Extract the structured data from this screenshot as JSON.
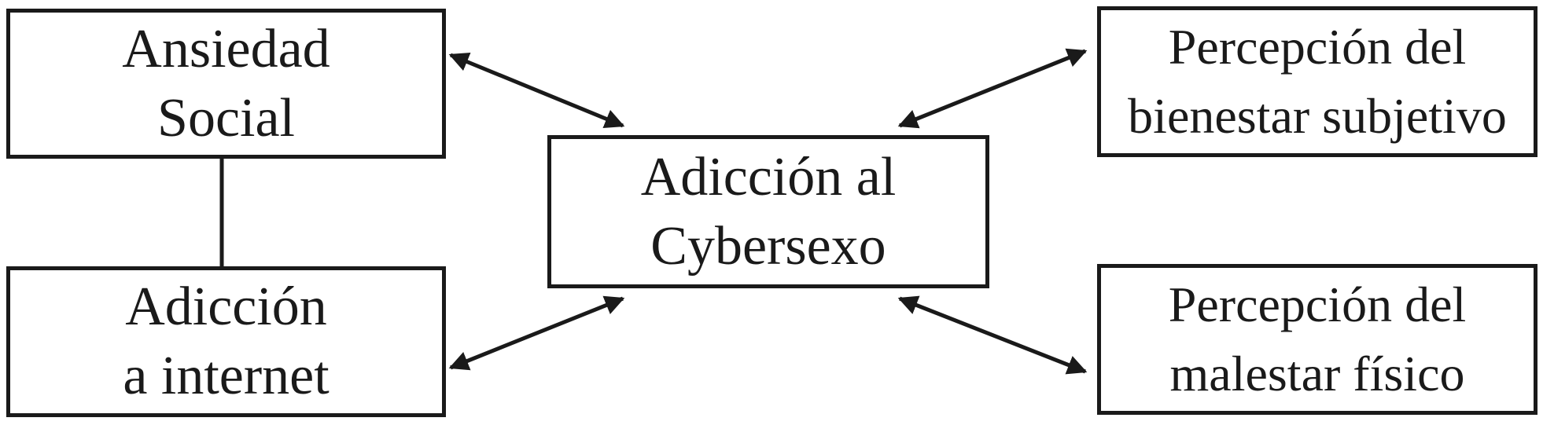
{
  "diagram": {
    "nodes": {
      "ansiedad_social": {
        "lines": [
          "Ansiedad",
          "Social"
        ]
      },
      "adiccion_internet": {
        "lines": [
          "Adicción",
          "a internet"
        ]
      },
      "adiccion_cybersexo": {
        "lines": [
          "Adicción al",
          "Cybersexo"
        ]
      },
      "bienestar_subjetivo": {
        "lines": [
          "Percepción del",
          "bienestar subjetivo"
        ]
      },
      "malestar_fisico": {
        "lines": [
          "Percepción del",
          "malestar físico"
        ]
      }
    },
    "edges": [
      {
        "from": "ansiedad_social",
        "to": "adiccion_internet",
        "type": "undirected"
      },
      {
        "from": "ansiedad_social",
        "to": "adiccion_cybersexo",
        "type": "bidirectional"
      },
      {
        "from": "adiccion_internet",
        "to": "adiccion_cybersexo",
        "type": "bidirectional"
      },
      {
        "from": "adiccion_cybersexo",
        "to": "bienestar_subjetivo",
        "type": "bidirectional"
      },
      {
        "from": "adiccion_cybersexo",
        "to": "malestar_fisico",
        "type": "bidirectional"
      }
    ],
    "colors": {
      "stroke": "#1a1a1a",
      "background": "#ffffff"
    }
  }
}
